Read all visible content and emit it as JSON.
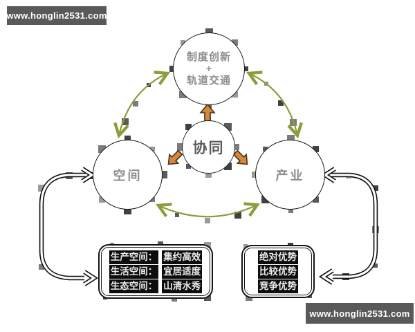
{
  "watermarks": {
    "top_left": "www.honglin2531.com",
    "bottom_right": "www.honglin2531.com"
  },
  "nodes": {
    "center": "协同",
    "top": [
      "制度创新",
      "+",
      "轨道交通"
    ],
    "left": "空间",
    "right": "产业"
  },
  "left_box": {
    "rows": [
      {
        "label": "生产空间：",
        "value": "集约高效"
      },
      {
        "label": "生活空间：",
        "value": "宜居适度"
      },
      {
        "label": "生态空间：",
        "value": "山清水秀"
      }
    ]
  },
  "right_box": {
    "items": [
      "绝对优势",
      "比较优势",
      "竞争优势"
    ]
  },
  "colors": {
    "green_arrow": "#8a9e3c",
    "orange_arrow_fill": "#d0893e",
    "orange_arrow_stroke": "#4a2f12",
    "black_arrow_outline": "#111111",
    "black_arrow_core": "#ffffff",
    "node_border": "#1a1a1a",
    "node_text": "#8c8c8c",
    "center_text": "#5c5c5c",
    "watermark_bg": "#595959",
    "highlight_bg": "#0d0d0d",
    "highlight_text": "#ececec"
  }
}
